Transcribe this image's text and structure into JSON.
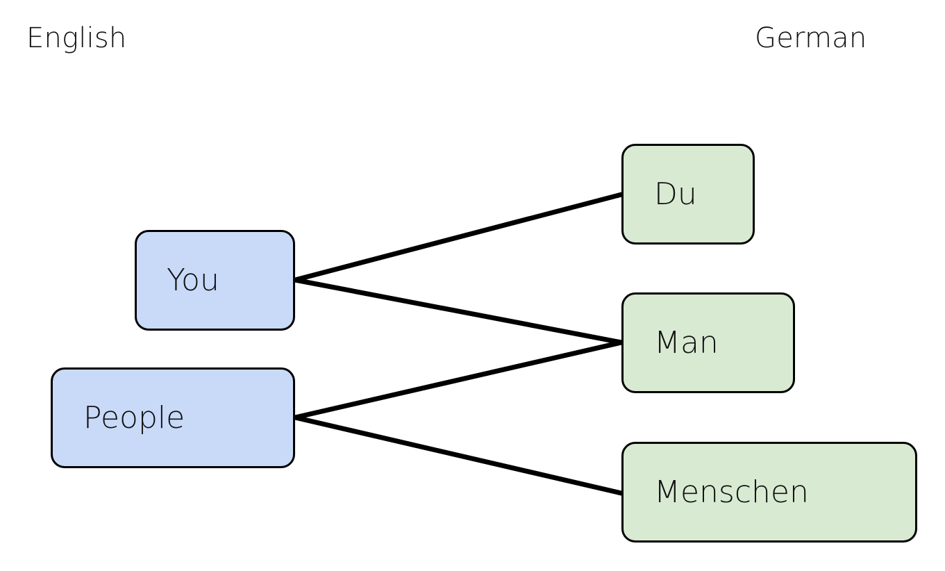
{
  "headers": {
    "left": "English",
    "right": "German"
  },
  "english_nodes": [
    {
      "id": "you",
      "label": "You"
    },
    {
      "id": "people",
      "label": "People"
    }
  ],
  "german_nodes": [
    {
      "id": "du",
      "label": "Du"
    },
    {
      "id": "man",
      "label": "Man"
    },
    {
      "id": "menschen",
      "label": "Menschen"
    }
  ],
  "links": [
    {
      "from": "you",
      "to": "du"
    },
    {
      "from": "you",
      "to": "man"
    },
    {
      "from": "people",
      "to": "man"
    },
    {
      "from": "people",
      "to": "menschen"
    }
  ],
  "colors": {
    "english_fill": "#c9daf8",
    "german_fill": "#d9ead3",
    "stroke": "#000000"
  }
}
